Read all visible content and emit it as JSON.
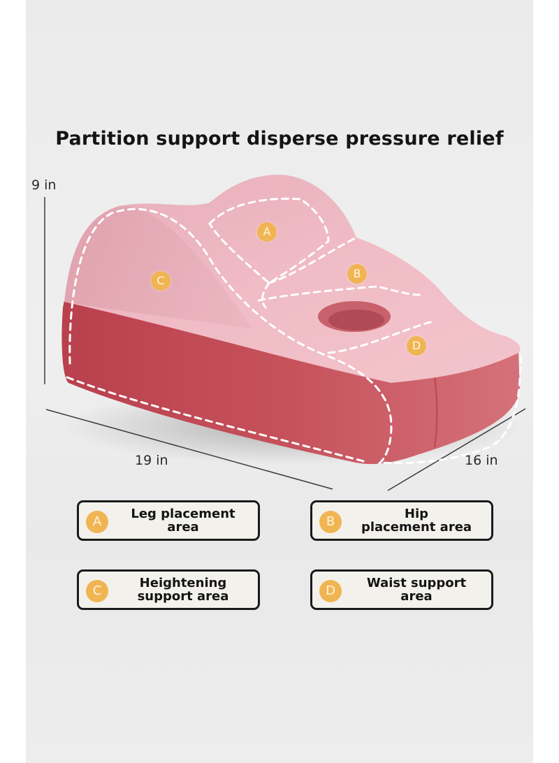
{
  "title": "Partition support disperse pressure relief",
  "dimensions": {
    "height": "9 in",
    "width": "19 in",
    "depth": "16 in"
  },
  "zones": [
    {
      "letter": "A",
      "label": "Leg placement area"
    },
    {
      "letter": "B",
      "label": "Hip placement area"
    },
    {
      "letter": "C",
      "label": "Heightening support area"
    },
    {
      "letter": "D",
      "label": "Waist support area"
    }
  ],
  "legend": [
    {
      "letter": "A",
      "line1": "Leg placement",
      "line2": "area"
    },
    {
      "letter": "B",
      "line1": "Hip",
      "line2": "placement area"
    },
    {
      "letter": "C",
      "line1": "Heightening",
      "line2": "support area"
    },
    {
      "letter": "D",
      "line1": "Waist support",
      "line2": "area"
    }
  ],
  "colors": {
    "top_fabric": "#eab3bd",
    "base_fabric": "#c45c64",
    "badge": "#f0b552",
    "stitch": "#ffffff"
  }
}
